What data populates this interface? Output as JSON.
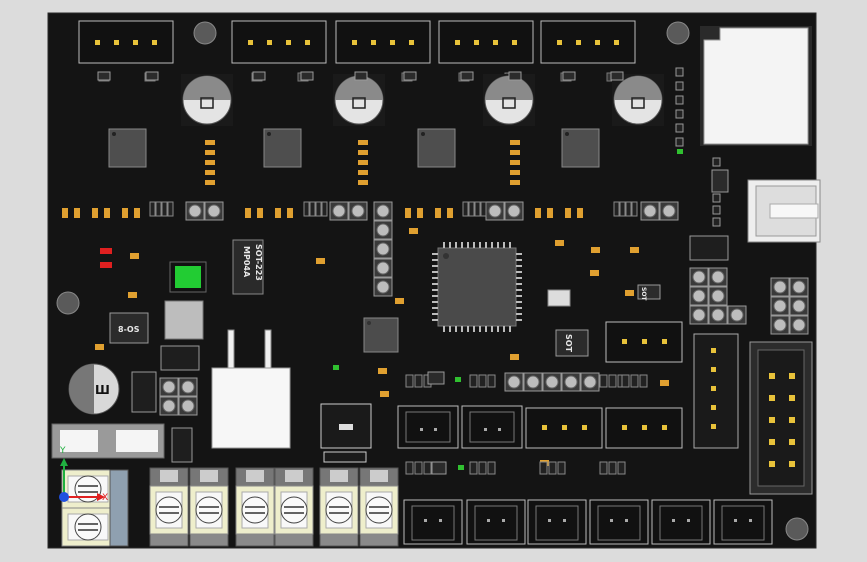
{
  "view": {
    "background_color": "#dcdcdc",
    "board_color": "#141414"
  },
  "labels": {
    "sot223_line1": "SOT-223",
    "sot223_line2": "MP04A",
    "so8_label": "8-OS",
    "chip_small_1": "SOT",
    "chip_small_2": "SOT",
    "capacitor_mark": "Ш"
  },
  "triad": {
    "y_label": "Y",
    "x_label": "X"
  }
}
